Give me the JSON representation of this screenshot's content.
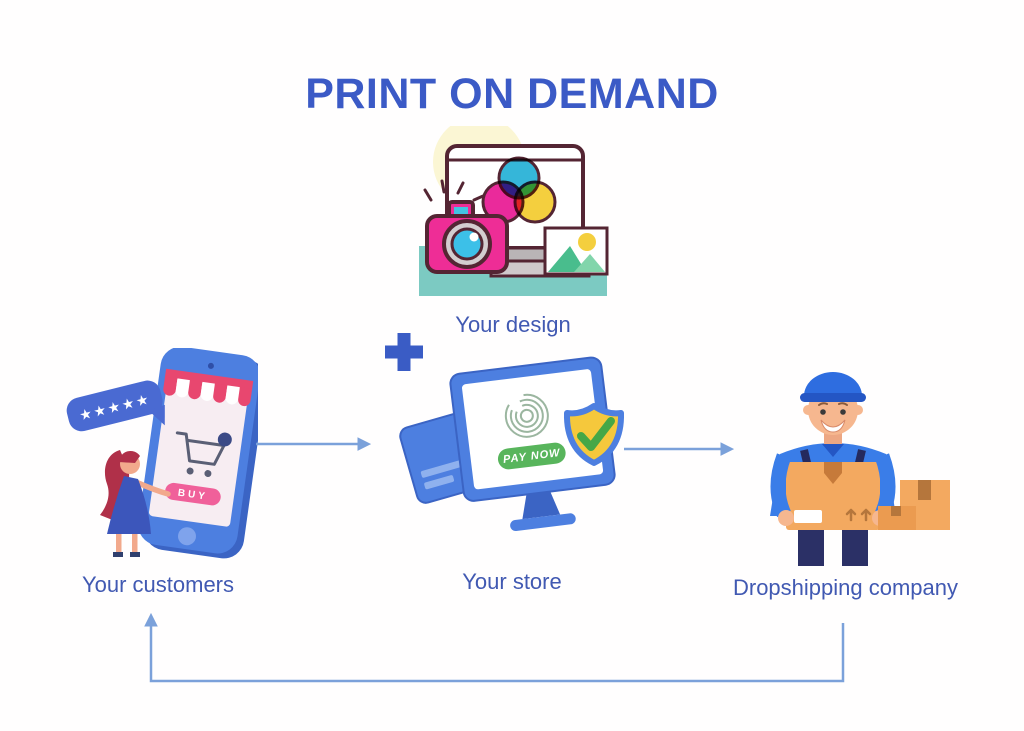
{
  "title": "PRINT ON DEMAND",
  "palette": {
    "title_blue": "#3b5ac6",
    "label_blue": "#4159b2",
    "arrow_blue": "#7ba1da",
    "plus_blue": "#3a5cc5",
    "magenta_pink": "#ee2d96",
    "awning_pink": "#e8476f",
    "teal_banner": "#7ccac2",
    "cmy_cyan": "#35b6d9",
    "cmy_yellow": "#f4cf3e",
    "pay_green": "#58b55c",
    "shield_gold": "#f5c83c",
    "box_orange": "#f3a960",
    "device_blue": "#4d7fe0"
  },
  "diagram": {
    "design": {
      "label": "Your design"
    },
    "customers": {
      "label": "Your customers",
      "buy_button": "BUY",
      "rating_stars": "★★★★★"
    },
    "store": {
      "label": "Your store",
      "pay_button": "PAY NOW"
    },
    "dropship": {
      "label": "Dropshipping company"
    }
  }
}
